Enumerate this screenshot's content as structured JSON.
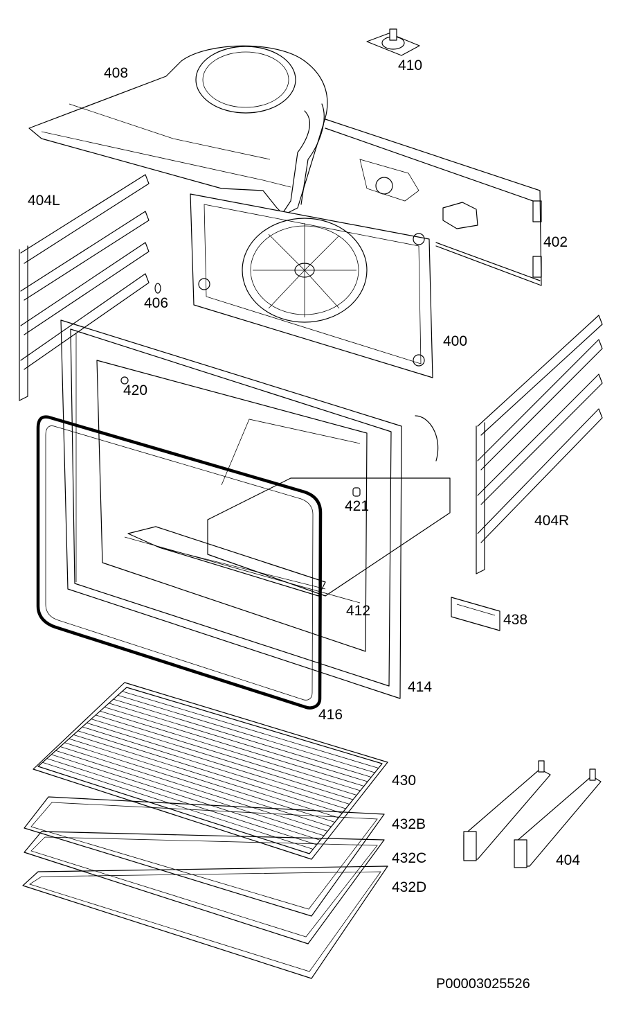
{
  "labels": {
    "l408": "408",
    "l410": "410",
    "l404L": "404L",
    "l402": "402",
    "l406": "406",
    "l400": "400",
    "l420": "420",
    "l404R": "404R",
    "l421": "421",
    "l412": "412",
    "l438": "438",
    "l414": "414",
    "l416": "416",
    "l430": "430",
    "l432B": "432B",
    "l432C": "432C",
    "l432D": "432D",
    "l404": "404"
  },
  "drawing_code": "P00003025526"
}
